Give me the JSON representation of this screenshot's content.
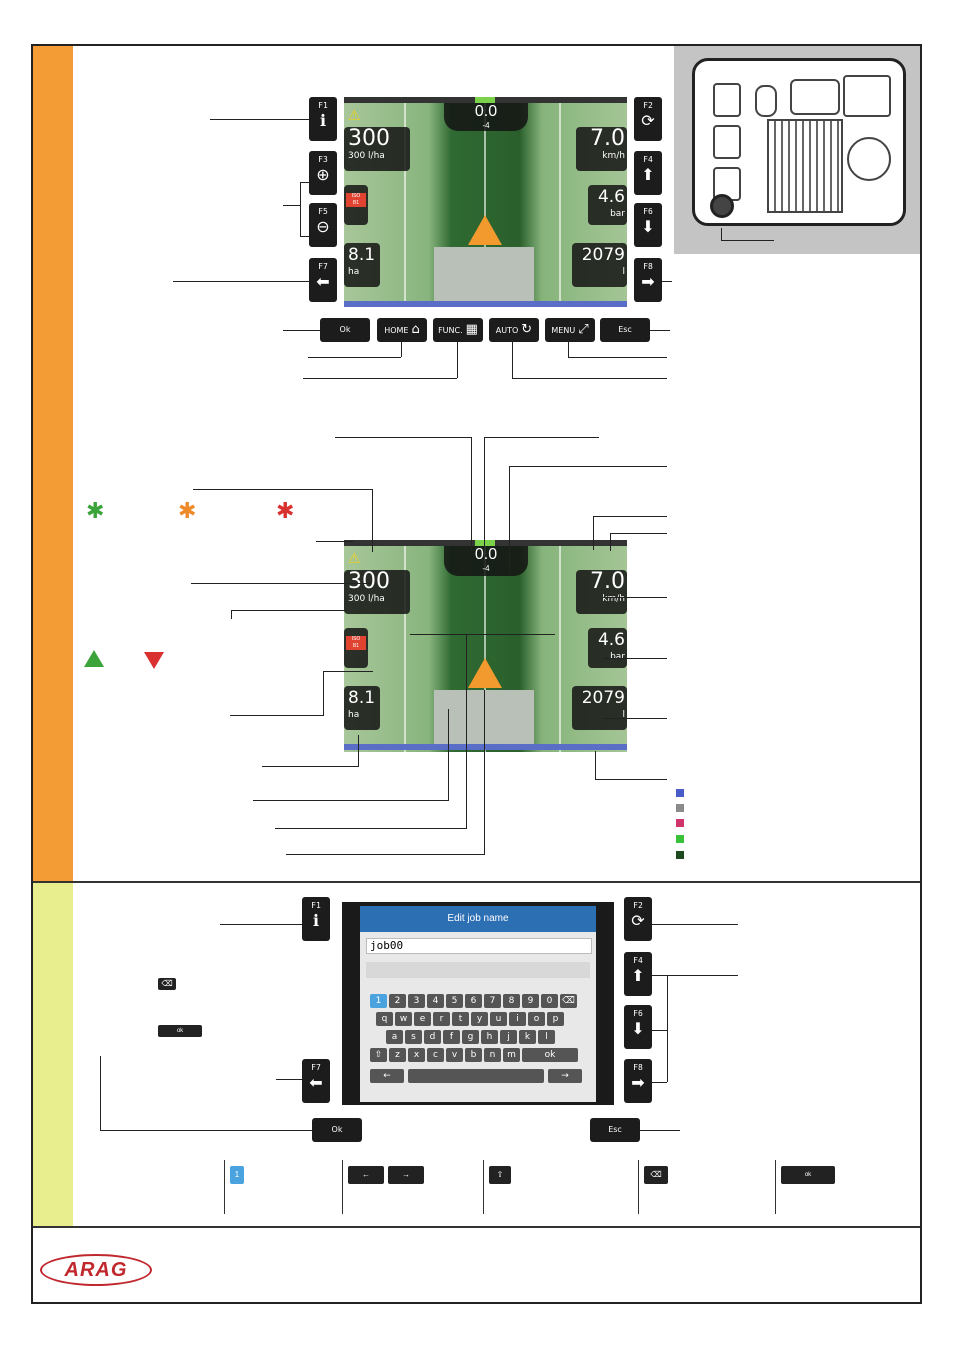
{
  "section1": {
    "keys_left": [
      {
        "label": "F1",
        "icon": "info-icon"
      },
      {
        "label": "F3",
        "icon": "plus-icon"
      },
      {
        "label": "F5",
        "icon": "minus-icon"
      },
      {
        "label": "F7",
        "icon": "arrow-left-icon"
      }
    ],
    "keys_right": [
      {
        "label": "F2",
        "icon": "refresh-icon"
      },
      {
        "label": "F4",
        "icon": "arrow-up-icon"
      },
      {
        "label": "F6",
        "icon": "arrow-down-icon"
      },
      {
        "label": "F8",
        "icon": "arrow-right-icon"
      }
    ],
    "keys_bottom": [
      {
        "label": "Ok"
      },
      {
        "label": "HOME",
        "icon": "home-icon"
      },
      {
        "label": "FUNC.",
        "icon": "function-icon"
      },
      {
        "label": "AUTO",
        "icon": "auto-icon"
      },
      {
        "label": "MENU",
        "icon": "menu-icon"
      },
      {
        "label": "Esc"
      }
    ]
  },
  "display": {
    "heading_value": "0.0",
    "heading_sub": "-4",
    "rate_value": "300",
    "rate_sub": "300 l/ha",
    "iso_label": "ISO",
    "iso_sub": "B1",
    "area_value": "8.1",
    "area_unit": "ha",
    "speed_value": "7.0",
    "speed_unit": "km/h",
    "pressure_value": "4.6",
    "pressure_unit": "bar",
    "volume_value": "2079",
    "volume_unit": "l"
  },
  "section_colors": [
    "#4a5cc8",
    "#8a8a8a",
    "#d0356e",
    "#3ac23a",
    "#1f4a1f"
  ],
  "keyboard_screen": {
    "title": "Edit job name",
    "input_value": "job00",
    "row1": [
      "1",
      "2",
      "3",
      "4",
      "5",
      "6",
      "7",
      "8",
      "9",
      "0",
      "⌫"
    ],
    "row2": [
      "q",
      "w",
      "e",
      "r",
      "t",
      "y",
      "u",
      "i",
      "o",
      "p"
    ],
    "row3": [
      "a",
      "s",
      "d",
      "f",
      "g",
      "h",
      "j",
      "k",
      "l"
    ],
    "row4": [
      "⇧",
      "z",
      "x",
      "c",
      "v",
      "b",
      "n",
      "m",
      "ok"
    ],
    "row5": [
      "←",
      "",
      "→"
    ]
  },
  "legend": {
    "one": "1",
    "left": "←",
    "right": "→",
    "shift": "⇧",
    "backspace": "⌫",
    "ok": "ok"
  },
  "brand": "ARAG"
}
